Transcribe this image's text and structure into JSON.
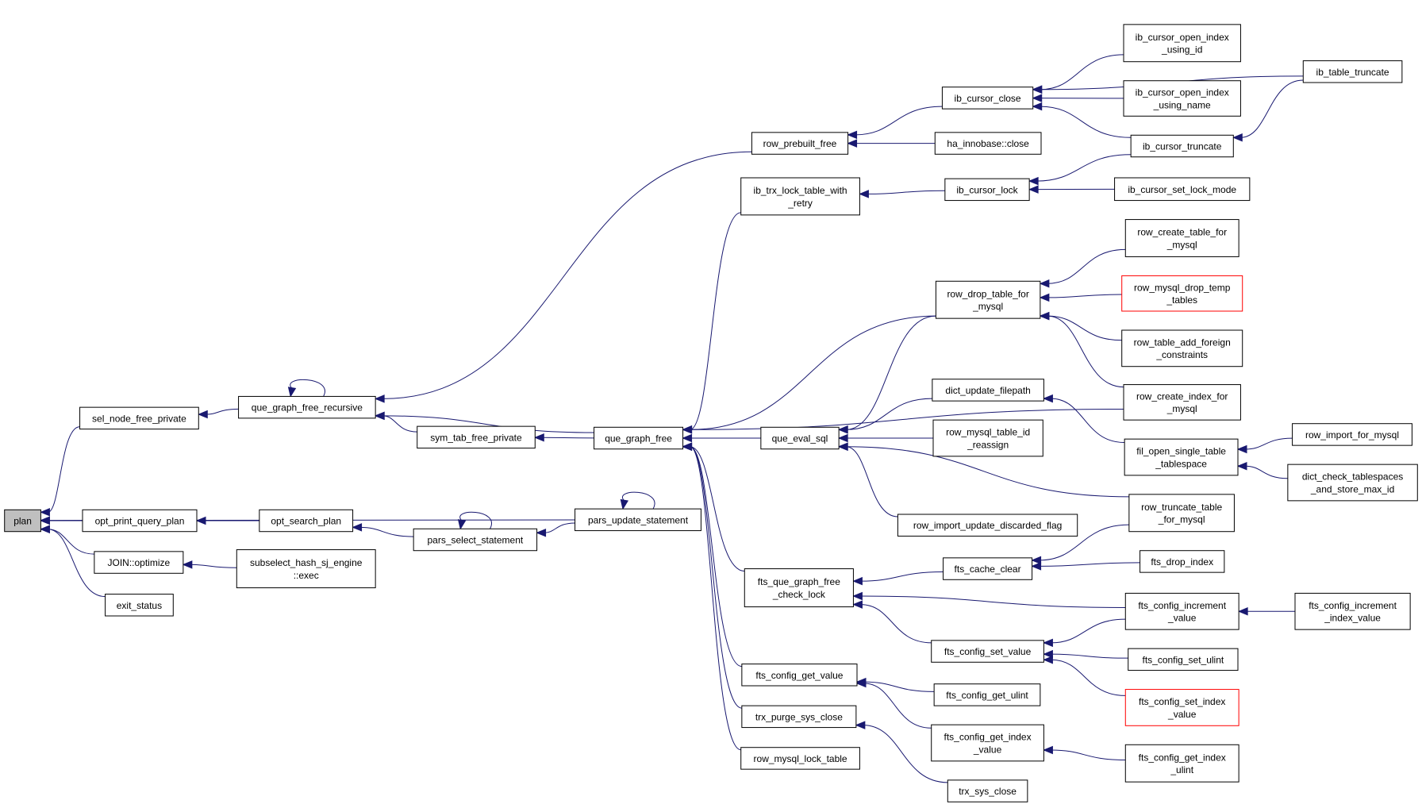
{
  "colors": {
    "edge": "#191970",
    "box_border": "#000000",
    "truncated_border": "#ff0000",
    "root_fill": "#bfbfbf",
    "background": "#ffffff"
  },
  "nodes": [
    {
      "id": "plan",
      "lines": [
        "plan"
      ],
      "root": true
    },
    {
      "id": "sel_node_free_private",
      "lines": [
        "sel_node_free_private"
      ]
    },
    {
      "id": "que_graph_free_recursive",
      "lines": [
        "que_graph_free_recursive"
      ]
    },
    {
      "id": "opt_print_query_plan",
      "lines": [
        "opt_print_query_plan"
      ]
    },
    {
      "id": "opt_search_plan",
      "lines": [
        "opt_search_plan"
      ]
    },
    {
      "id": "join_optimize",
      "lines": [
        "JOIN::optimize"
      ]
    },
    {
      "id": "subselect_exec",
      "lines": [
        "subselect_hash_sj_engine",
        "::exec"
      ]
    },
    {
      "id": "exit_status",
      "lines": [
        "exit_status"
      ]
    },
    {
      "id": "sym_tab_free_private",
      "lines": [
        "sym_tab_free_private"
      ]
    },
    {
      "id": "pars_select_statement",
      "lines": [
        "pars_select_statement"
      ]
    },
    {
      "id": "pars_update_statement",
      "lines": [
        "pars_update_statement"
      ]
    },
    {
      "id": "que_graph_free",
      "lines": [
        "que_graph_free"
      ]
    },
    {
      "id": "row_prebuilt_free",
      "lines": [
        "row_prebuilt_free"
      ]
    },
    {
      "id": "ib_trx_lock_table_with_retry",
      "lines": [
        "ib_trx_lock_table_with",
        "_retry"
      ]
    },
    {
      "id": "que_eval_sql",
      "lines": [
        "que_eval_sql"
      ]
    },
    {
      "id": "fts_que_graph_free_check_lock",
      "lines": [
        "fts_que_graph_free",
        "_check_lock"
      ]
    },
    {
      "id": "fts_config_get_value",
      "lines": [
        "fts_config_get_value"
      ]
    },
    {
      "id": "trx_purge_sys_close",
      "lines": [
        "trx_purge_sys_close"
      ]
    },
    {
      "id": "row_mysql_lock_table",
      "lines": [
        "row_mysql_lock_table"
      ]
    },
    {
      "id": "ib_cursor_close",
      "lines": [
        "ib_cursor_close"
      ]
    },
    {
      "id": "ha_innobase_close",
      "lines": [
        "ha_innobase::close"
      ]
    },
    {
      "id": "ib_cursor_lock",
      "lines": [
        "ib_cursor_lock"
      ]
    },
    {
      "id": "row_drop_table_for_mysql",
      "lines": [
        "row_drop_table_for",
        "_mysql"
      ]
    },
    {
      "id": "dict_update_filepath",
      "lines": [
        "dict_update_filepath"
      ]
    },
    {
      "id": "row_mysql_table_id_reassign",
      "lines": [
        "row_mysql_table_id",
        "_reassign"
      ]
    },
    {
      "id": "row_import_update_discarded_flag",
      "lines": [
        "row_import_update_discarded_flag"
      ]
    },
    {
      "id": "fts_cache_clear",
      "lines": [
        "fts_cache_clear"
      ]
    },
    {
      "id": "fts_config_set_value",
      "lines": [
        "fts_config_set_value"
      ]
    },
    {
      "id": "fts_config_get_ulint",
      "lines": [
        "fts_config_get_ulint"
      ]
    },
    {
      "id": "fts_config_get_index_value",
      "lines": [
        "fts_config_get_index",
        "_value"
      ]
    },
    {
      "id": "trx_sys_close",
      "lines": [
        "trx_sys_close"
      ]
    },
    {
      "id": "ib_cursor_open_index_using_id",
      "lines": [
        "ib_cursor_open_index",
        "_using_id"
      ]
    },
    {
      "id": "ib_cursor_open_index_using_name",
      "lines": [
        "ib_cursor_open_index",
        "_using_name"
      ]
    },
    {
      "id": "ib_cursor_truncate",
      "lines": [
        "ib_cursor_truncate"
      ]
    },
    {
      "id": "ib_cursor_set_lock_mode",
      "lines": [
        "ib_cursor_set_lock_mode"
      ]
    },
    {
      "id": "row_create_table_for_mysql",
      "lines": [
        "row_create_table_for",
        "_mysql"
      ]
    },
    {
      "id": "row_mysql_drop_temp_tables",
      "lines": [
        "row_mysql_drop_temp",
        "_tables"
      ],
      "truncated": true
    },
    {
      "id": "row_table_add_foreign_constraints",
      "lines": [
        "row_table_add_foreign",
        "_constraints"
      ]
    },
    {
      "id": "row_create_index_for_mysql",
      "lines": [
        "row_create_index_for",
        "_mysql"
      ]
    },
    {
      "id": "fil_open_single_table_tablespace",
      "lines": [
        "fil_open_single_table",
        "_tablespace"
      ]
    },
    {
      "id": "row_truncate_table_for_mysql",
      "lines": [
        "row_truncate_table",
        "_for_mysql"
      ]
    },
    {
      "id": "fts_drop_index",
      "lines": [
        "fts_drop_index"
      ]
    },
    {
      "id": "fts_config_increment_value",
      "lines": [
        "fts_config_increment",
        "_value"
      ]
    },
    {
      "id": "fts_config_set_ulint",
      "lines": [
        "fts_config_set_ulint"
      ]
    },
    {
      "id": "fts_config_set_index_value",
      "lines": [
        "fts_config_set_index",
        "_value"
      ],
      "truncated": true
    },
    {
      "id": "fts_config_get_index_ulint",
      "lines": [
        "fts_config_get_index",
        "_ulint"
      ]
    },
    {
      "id": "ib_table_truncate",
      "lines": [
        "ib_table_truncate"
      ]
    },
    {
      "id": "row_import_for_mysql",
      "lines": [
        "row_import_for_mysql"
      ]
    },
    {
      "id": "dict_check_tablespaces",
      "lines": [
        "dict_check_tablespaces",
        "_and_store_max_id"
      ]
    },
    {
      "id": "fts_config_increment_index_value",
      "lines": [
        "fts_config_increment",
        "_index_value"
      ]
    }
  ],
  "edges": [
    [
      "sel_node_free_private",
      "plan"
    ],
    [
      "opt_print_query_plan",
      "plan"
    ],
    [
      "join_optimize",
      "plan"
    ],
    [
      "exit_status",
      "plan"
    ],
    [
      "pars_update_statement",
      "plan"
    ],
    [
      "que_graph_free_recursive",
      "sel_node_free_private"
    ],
    [
      "que_graph_free_recursive",
      "que_graph_free_recursive"
    ],
    [
      "row_prebuilt_free",
      "que_graph_free_recursive"
    ],
    [
      "que_graph_free",
      "que_graph_free_recursive"
    ],
    [
      "sym_tab_free_private",
      "que_graph_free_recursive"
    ],
    [
      "opt_search_plan",
      "opt_print_query_plan"
    ],
    [
      "pars_select_statement",
      "opt_search_plan"
    ],
    [
      "pars_select_statement",
      "pars_select_statement"
    ],
    [
      "pars_update_statement",
      "pars_select_statement"
    ],
    [
      "pars_update_statement",
      "pars_update_statement"
    ],
    [
      "subselect_exec",
      "join_optimize"
    ],
    [
      "que_graph_free",
      "sym_tab_free_private"
    ],
    [
      "ib_trx_lock_table_with_retry",
      "que_graph_free"
    ],
    [
      "que_eval_sql",
      "que_graph_free"
    ],
    [
      "row_drop_table_for_mysql",
      "que_graph_free"
    ],
    [
      "row_create_index_for_mysql",
      "que_graph_free"
    ],
    [
      "fts_que_graph_free_check_lock",
      "que_graph_free"
    ],
    [
      "fts_config_get_value",
      "que_graph_free"
    ],
    [
      "trx_purge_sys_close",
      "que_graph_free"
    ],
    [
      "row_mysql_lock_table",
      "que_graph_free"
    ],
    [
      "ib_cursor_close",
      "row_prebuilt_free"
    ],
    [
      "ha_innobase_close",
      "row_prebuilt_free"
    ],
    [
      "ib_cursor_lock",
      "ib_trx_lock_table_with_retry"
    ],
    [
      "row_drop_table_for_mysql",
      "que_eval_sql"
    ],
    [
      "dict_update_filepath",
      "que_eval_sql"
    ],
    [
      "row_mysql_table_id_reassign",
      "que_eval_sql"
    ],
    [
      "row_import_update_discarded_flag",
      "que_eval_sql"
    ],
    [
      "row_truncate_table_for_mysql",
      "que_eval_sql"
    ],
    [
      "fts_cache_clear",
      "fts_que_graph_free_check_lock"
    ],
    [
      "fts_config_increment_value",
      "fts_que_graph_free_check_lock"
    ],
    [
      "fts_config_set_value",
      "fts_que_graph_free_check_lock"
    ],
    [
      "fts_config_get_ulint",
      "fts_config_get_value"
    ],
    [
      "fts_config_get_index_value",
      "fts_config_get_value"
    ],
    [
      "trx_sys_close",
      "trx_purge_sys_close"
    ],
    [
      "ib_cursor_open_index_using_id",
      "ib_cursor_close"
    ],
    [
      "ib_cursor_open_index_using_name",
      "ib_cursor_close"
    ],
    [
      "ib_cursor_truncate",
      "ib_cursor_close"
    ],
    [
      "ib_table_truncate",
      "ib_cursor_close"
    ],
    [
      "ib_cursor_truncate",
      "ib_cursor_lock"
    ],
    [
      "ib_cursor_set_lock_mode",
      "ib_cursor_lock"
    ],
    [
      "row_create_table_for_mysql",
      "row_drop_table_for_mysql"
    ],
    [
      "row_mysql_drop_temp_tables",
      "row_drop_table_for_mysql"
    ],
    [
      "row_table_add_foreign_constraints",
      "row_drop_table_for_mysql"
    ],
    [
      "row_create_index_for_mysql",
      "row_drop_table_for_mysql"
    ],
    [
      "fil_open_single_table_tablespace",
      "dict_update_filepath"
    ],
    [
      "row_truncate_table_for_mysql",
      "fts_cache_clear"
    ],
    [
      "fts_drop_index",
      "fts_cache_clear"
    ],
    [
      "fts_config_increment_value",
      "fts_config_set_value"
    ],
    [
      "fts_config_set_ulint",
      "fts_config_set_value"
    ],
    [
      "fts_config_set_index_value",
      "fts_config_set_value"
    ],
    [
      "fts_config_get_index_ulint",
      "fts_config_get_index_value"
    ],
    [
      "ib_table_truncate",
      "ib_cursor_truncate"
    ],
    [
      "row_import_for_mysql",
      "fil_open_single_table_tablespace"
    ],
    [
      "dict_check_tablespaces",
      "fil_open_single_table_tablespace"
    ],
    [
      "fts_config_increment_index_value",
      "fts_config_increment_value"
    ]
  ]
}
